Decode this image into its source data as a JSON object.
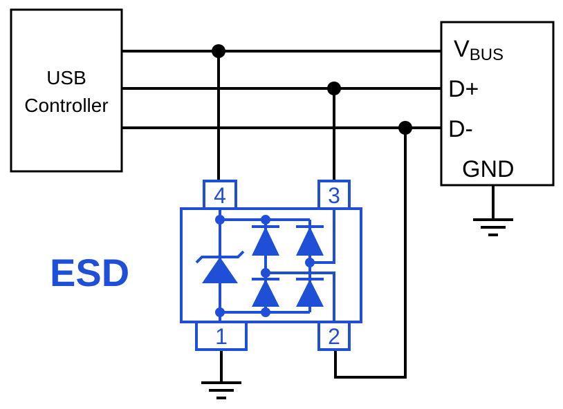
{
  "controller": {
    "line1": "USB",
    "line2": "Controller"
  },
  "connector": {
    "vbus_main": "V",
    "vbus_sub": "BUS",
    "dplus": "D+",
    "dminus": "D-",
    "gnd": "GND"
  },
  "esd": {
    "label": "ESD",
    "pins": {
      "p1": "1",
      "p2": "2",
      "p3": "3",
      "p4": "4"
    }
  },
  "colors": {
    "wire": "#000000",
    "esd": "#1f4fd6",
    "background": "#ffffff"
  }
}
